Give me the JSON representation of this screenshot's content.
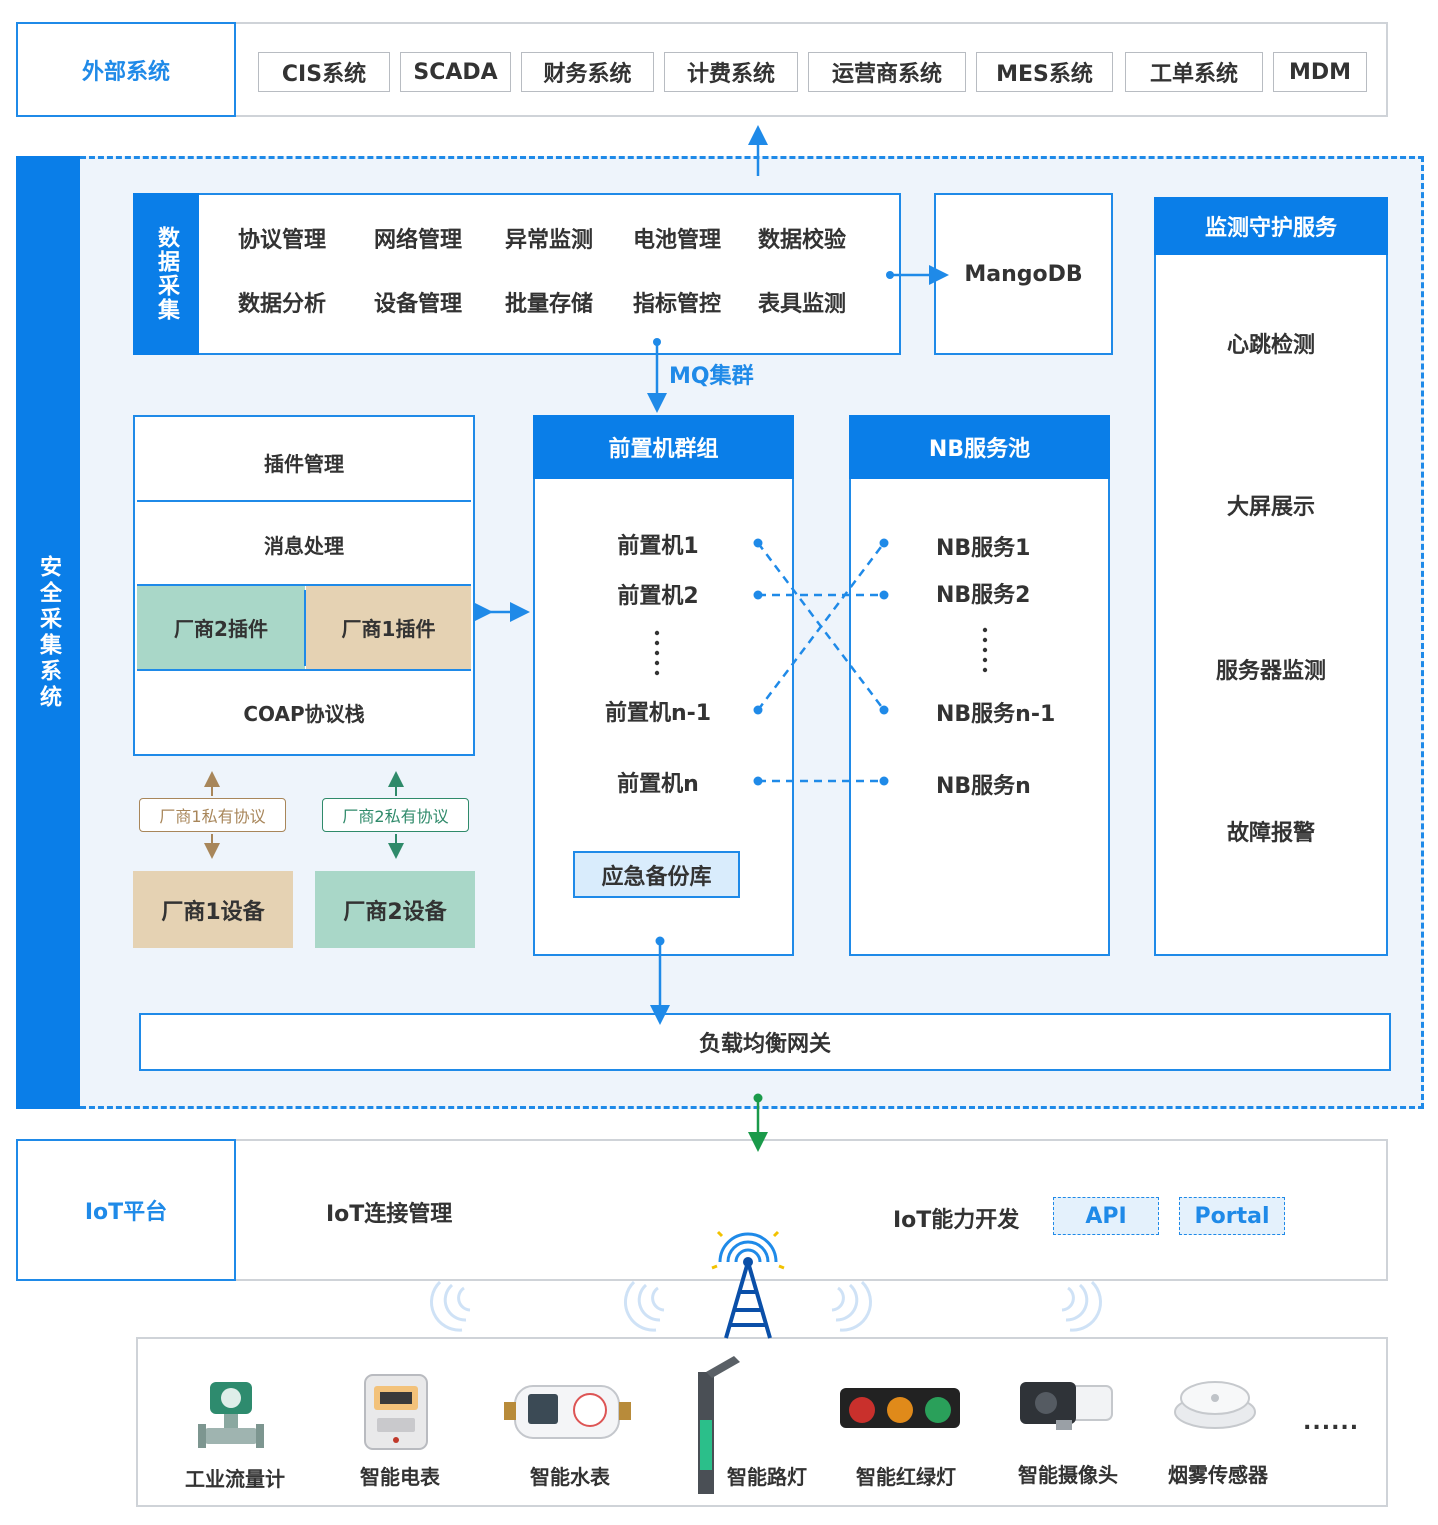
{
  "external": {
    "title": "外部系统",
    "systems": [
      "CIS系统",
      "SCADA",
      "财务系统",
      "计费系统",
      "运营商系统",
      "MES系统",
      "工单系统",
      "MDM"
    ]
  },
  "security": {
    "side_label": "安全采集系统",
    "data_collection": {
      "label": "数据采集",
      "row1": [
        "协议管理",
        "网络管理",
        "异常监测",
        "电池管理",
        "数据校验"
      ],
      "row2": [
        "数据分析",
        "设备管理",
        "批量存储",
        "指标管控",
        "表具监测"
      ]
    },
    "db": "MangoDB",
    "mq": "MQ集群",
    "monitor": {
      "title": "监测守护服务",
      "items": [
        "心跳检测",
        "大屏展示",
        "服务器监测",
        "故障报警"
      ]
    },
    "plugin": {
      "plugin_mgmt": "插件管理",
      "msg": "消息处理",
      "vendor2_plugin": "厂商2插件",
      "vendor1_plugin": "厂商1插件",
      "coap": "COAP协议栈"
    },
    "vendor1_protocol": "厂商1私有协议",
    "vendor2_protocol": "厂商2私有协议",
    "vendor1_device": "厂商1设备",
    "vendor2_device": "厂商2设备",
    "front_group": {
      "title": "前置机群组",
      "items": [
        "前置机1",
        "前置机2",
        "前置机n-1",
        "前置机n"
      ],
      "backup": "应急备份库"
    },
    "nb_pool": {
      "title": "NB服务池",
      "items": [
        "NB服务1",
        "NB服务2",
        "NB服务n-1",
        "NB服务n"
      ]
    },
    "gateway": "负载均衡网关"
  },
  "iot": {
    "title": "IoT平台",
    "conn": "IoT连接管理",
    "dev": "IoT能力开发",
    "api": "API",
    "portal": "Portal"
  },
  "devices": {
    "items": [
      "工业流量计",
      "智能电表",
      "智能水表",
      "智能路灯",
      "智能红绿灯",
      "智能摄像头",
      "烟雾传感器"
    ],
    "more": "......"
  },
  "colors": {
    "primary": "#0a7ee8",
    "light_bg": "#eef4fb",
    "vendor1": "#e5d2b3",
    "vendor2": "#a9d7c8",
    "arrow_green": "#1a9a4a",
    "arrow_brown": "#a8865a"
  }
}
